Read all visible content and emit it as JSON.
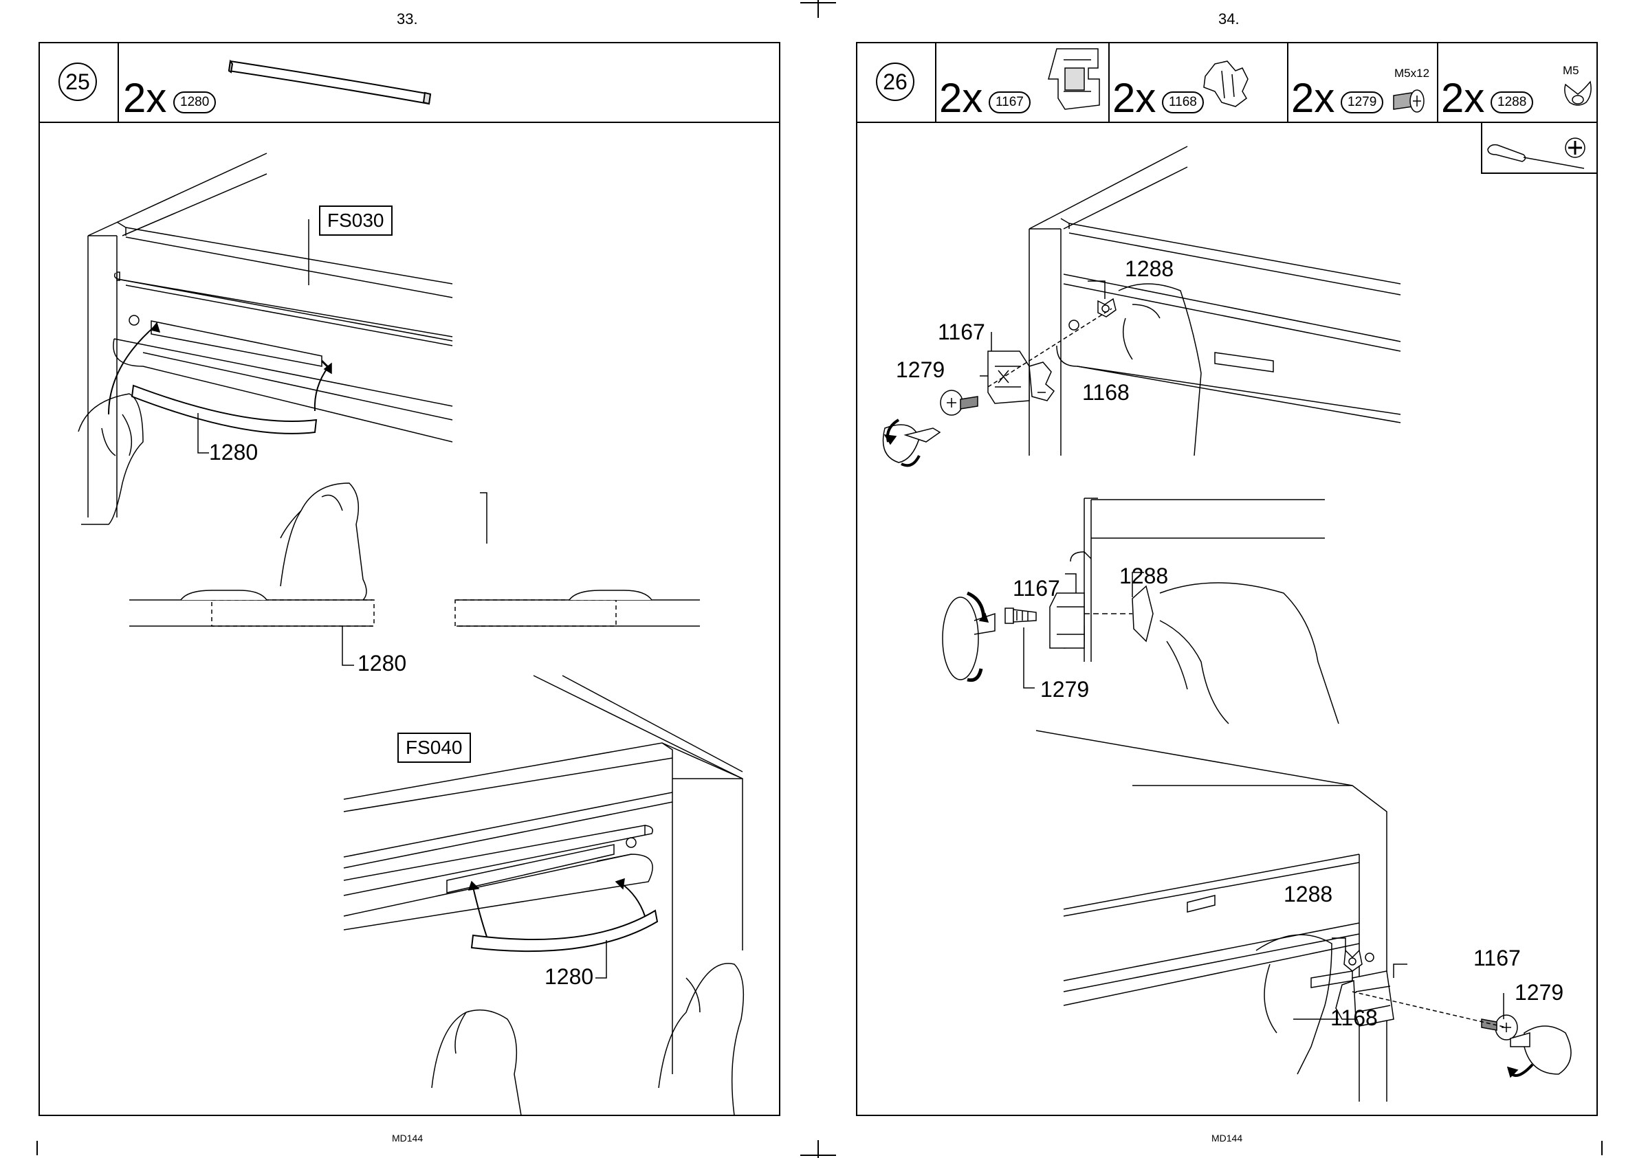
{
  "left_page": {
    "page_number": "33.",
    "footer": "MD144",
    "step": {
      "number": "25",
      "parts": [
        {
          "qty": "2x",
          "part": "1280"
        }
      ]
    },
    "labels": {
      "fs_top": "FS030",
      "fs_bottom": "FS040",
      "part_a": "1280",
      "part_b": "1280",
      "part_c": "1280"
    }
  },
  "right_page": {
    "page_number": "34.",
    "footer": "MD144",
    "step": {
      "number": "26",
      "parts": [
        {
          "qty": "2x",
          "part": "1167",
          "spec": ""
        },
        {
          "qty": "2x",
          "part": "1168",
          "spec": ""
        },
        {
          "qty": "2x",
          "part": "1279",
          "spec": "M5x12"
        },
        {
          "qty": "2x",
          "part": "1288",
          "spec": "M5"
        }
      ]
    },
    "labels": {
      "top": {
        "l1288": "1288",
        "l1167": "1167",
        "l1279": "1279",
        "l1168": "1168"
      },
      "mid": {
        "l1167": "1167",
        "l1288": "1288",
        "l1279": "1279"
      },
      "bot": {
        "l1288": "1288",
        "l1167": "1167",
        "l1279": "1279",
        "l1168": "1168"
      }
    }
  }
}
